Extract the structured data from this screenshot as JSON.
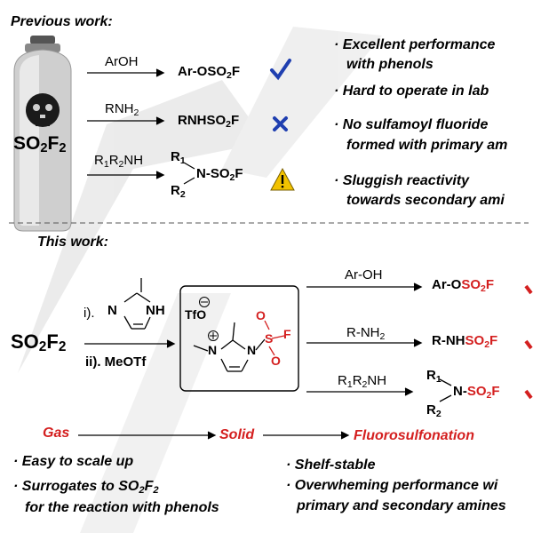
{
  "previous": {
    "title": "Previous work:",
    "reagents": [
      "ArOH",
      "RNH2",
      "R1R2NH"
    ],
    "products": [
      "Ar-OSO2F",
      "RNHSO2F"
    ],
    "product3": {
      "r1": "R1",
      "r2": "R2",
      "tail": "N-SO2F"
    },
    "status_icons": [
      "check-icon",
      "cross-icon",
      "warning-icon"
    ],
    "cylinder_label": "SO2F2",
    "notes": [
      "Excellent performance",
      "with phenols",
      "Hard to operate in lab",
      "No sulfamoyl fluoride",
      "formed with primary am",
      "Sluggish reactivity",
      "towards secondary ami"
    ]
  },
  "current": {
    "title": "This work:",
    "so2f2": "SO2F2",
    "step1": "i).",
    "step2": "ii).  MeOTf",
    "imidazole_n": "N",
    "imidazole_nh": "NH",
    "salt": {
      "anion": "TfO",
      "n1": "N",
      "n2": "N",
      "s": "S",
      "o_top": "O",
      "o_bot": "O",
      "f": "F"
    },
    "reagents": [
      "Ar-OH",
      "R-NH2",
      "R1R2NH"
    ],
    "products": [
      "Ar-OSO2F",
      "R-NHSO2F"
    ],
    "product3": {
      "r1": "R1",
      "r2": "R2",
      "tail": "N-SO2F"
    },
    "flow": [
      "Gas",
      "Solid",
      "Fluorosulfonation"
    ],
    "notes_left": [
      "Easy to scale up",
      "Surrogates to SO2F2",
      "for the reaction with phenols"
    ],
    "notes_right": [
      "Shelf-stable",
      "Overwheming performance wi",
      "primary and secondary amines"
    ]
  },
  "colors": {
    "accent_red": "#d42020",
    "check_blue": "#1f3fb0",
    "warning_yellow": "#f2c200",
    "watermark": "#d9d9d9"
  }
}
